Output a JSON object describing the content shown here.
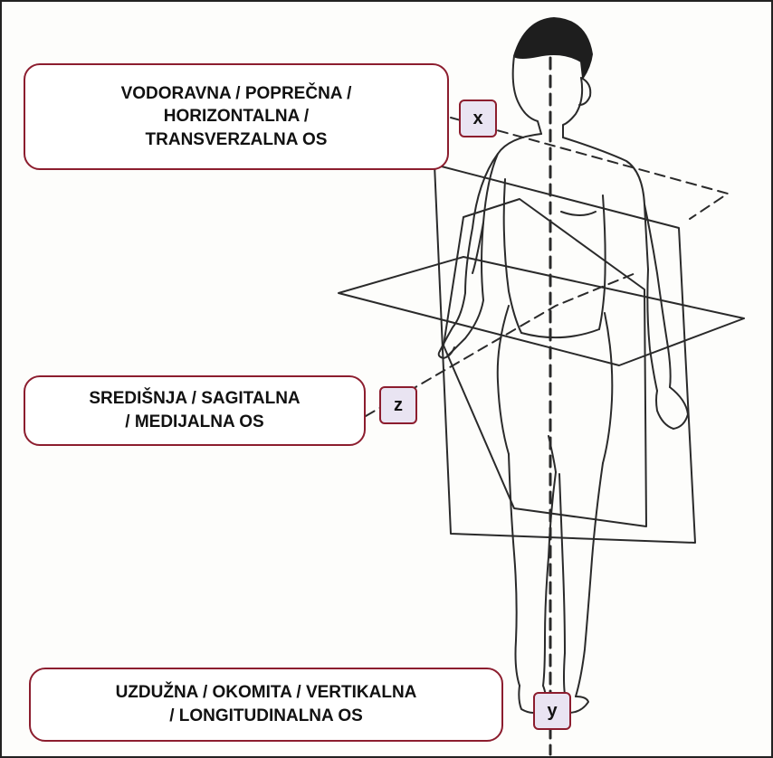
{
  "colors": {
    "callout_border": "#8c1d2e",
    "axis_tag_fill": "#e9e4f2",
    "line": "#2a2a2a"
  },
  "callouts": {
    "horizontal_axis": "VODORAVNA / POPREČNA /\nHORIZONTALNA /\nTRANSVERZALNA OS",
    "sagittal_axis": "SREDIŠNJA / SAGITALNA\n/ MEDIJALNA OS",
    "longitudinal_axis": "UZDUŽNA / OKOMITA / VERTIKALNA\n/ LONGITUDINALNA OS"
  },
  "axis_tags": {
    "x": "x",
    "z": "z",
    "y": "y"
  }
}
